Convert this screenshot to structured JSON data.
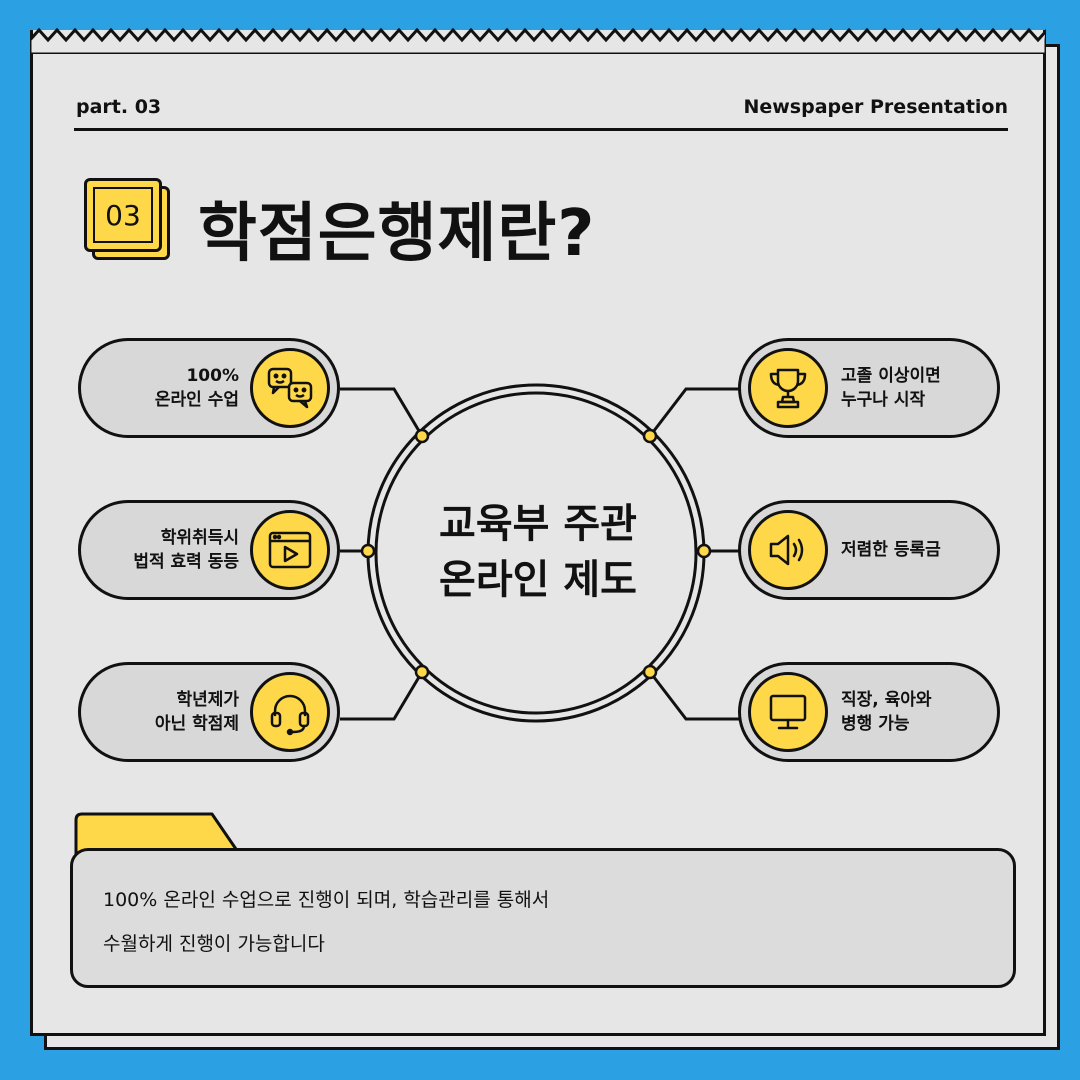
{
  "header": {
    "part": "part. 03",
    "brand": "Newspaper Presentation"
  },
  "section": {
    "number": "03",
    "title": "학점은행제란?"
  },
  "center": {
    "line1": "교육부 주관",
    "line2": "온라인 제도"
  },
  "features": {
    "left": [
      {
        "line1": "100%",
        "line2": "온라인 수업",
        "icon": "chat-bubbles-icon"
      },
      {
        "line1": "학위취득시",
        "line2": "법적 효력 동등",
        "icon": "video-player-icon"
      },
      {
        "line1": "학년제가",
        "line2": "아닌 학점제",
        "icon": "headset-icon"
      }
    ],
    "right": [
      {
        "line1": "고졸 이상이면",
        "line2": "누구나 시작",
        "icon": "trophy-icon"
      },
      {
        "line1": "저렴한 등록금",
        "line2": "",
        "icon": "speaker-icon"
      },
      {
        "line1": "직장, 육아와",
        "line2": "병행 가능",
        "icon": "monitor-icon"
      }
    ]
  },
  "note": {
    "line1": "100% 온라인 수업으로 진행이 되며, 학습관리를 통해서",
    "line2": "수월하게 진행이 가능합니다"
  },
  "colors": {
    "background": "#2ba0e3",
    "paper": "#e6e6e6",
    "accent": "#ffd84a",
    "pill": "#d8d8d8",
    "ink": "#111111"
  }
}
